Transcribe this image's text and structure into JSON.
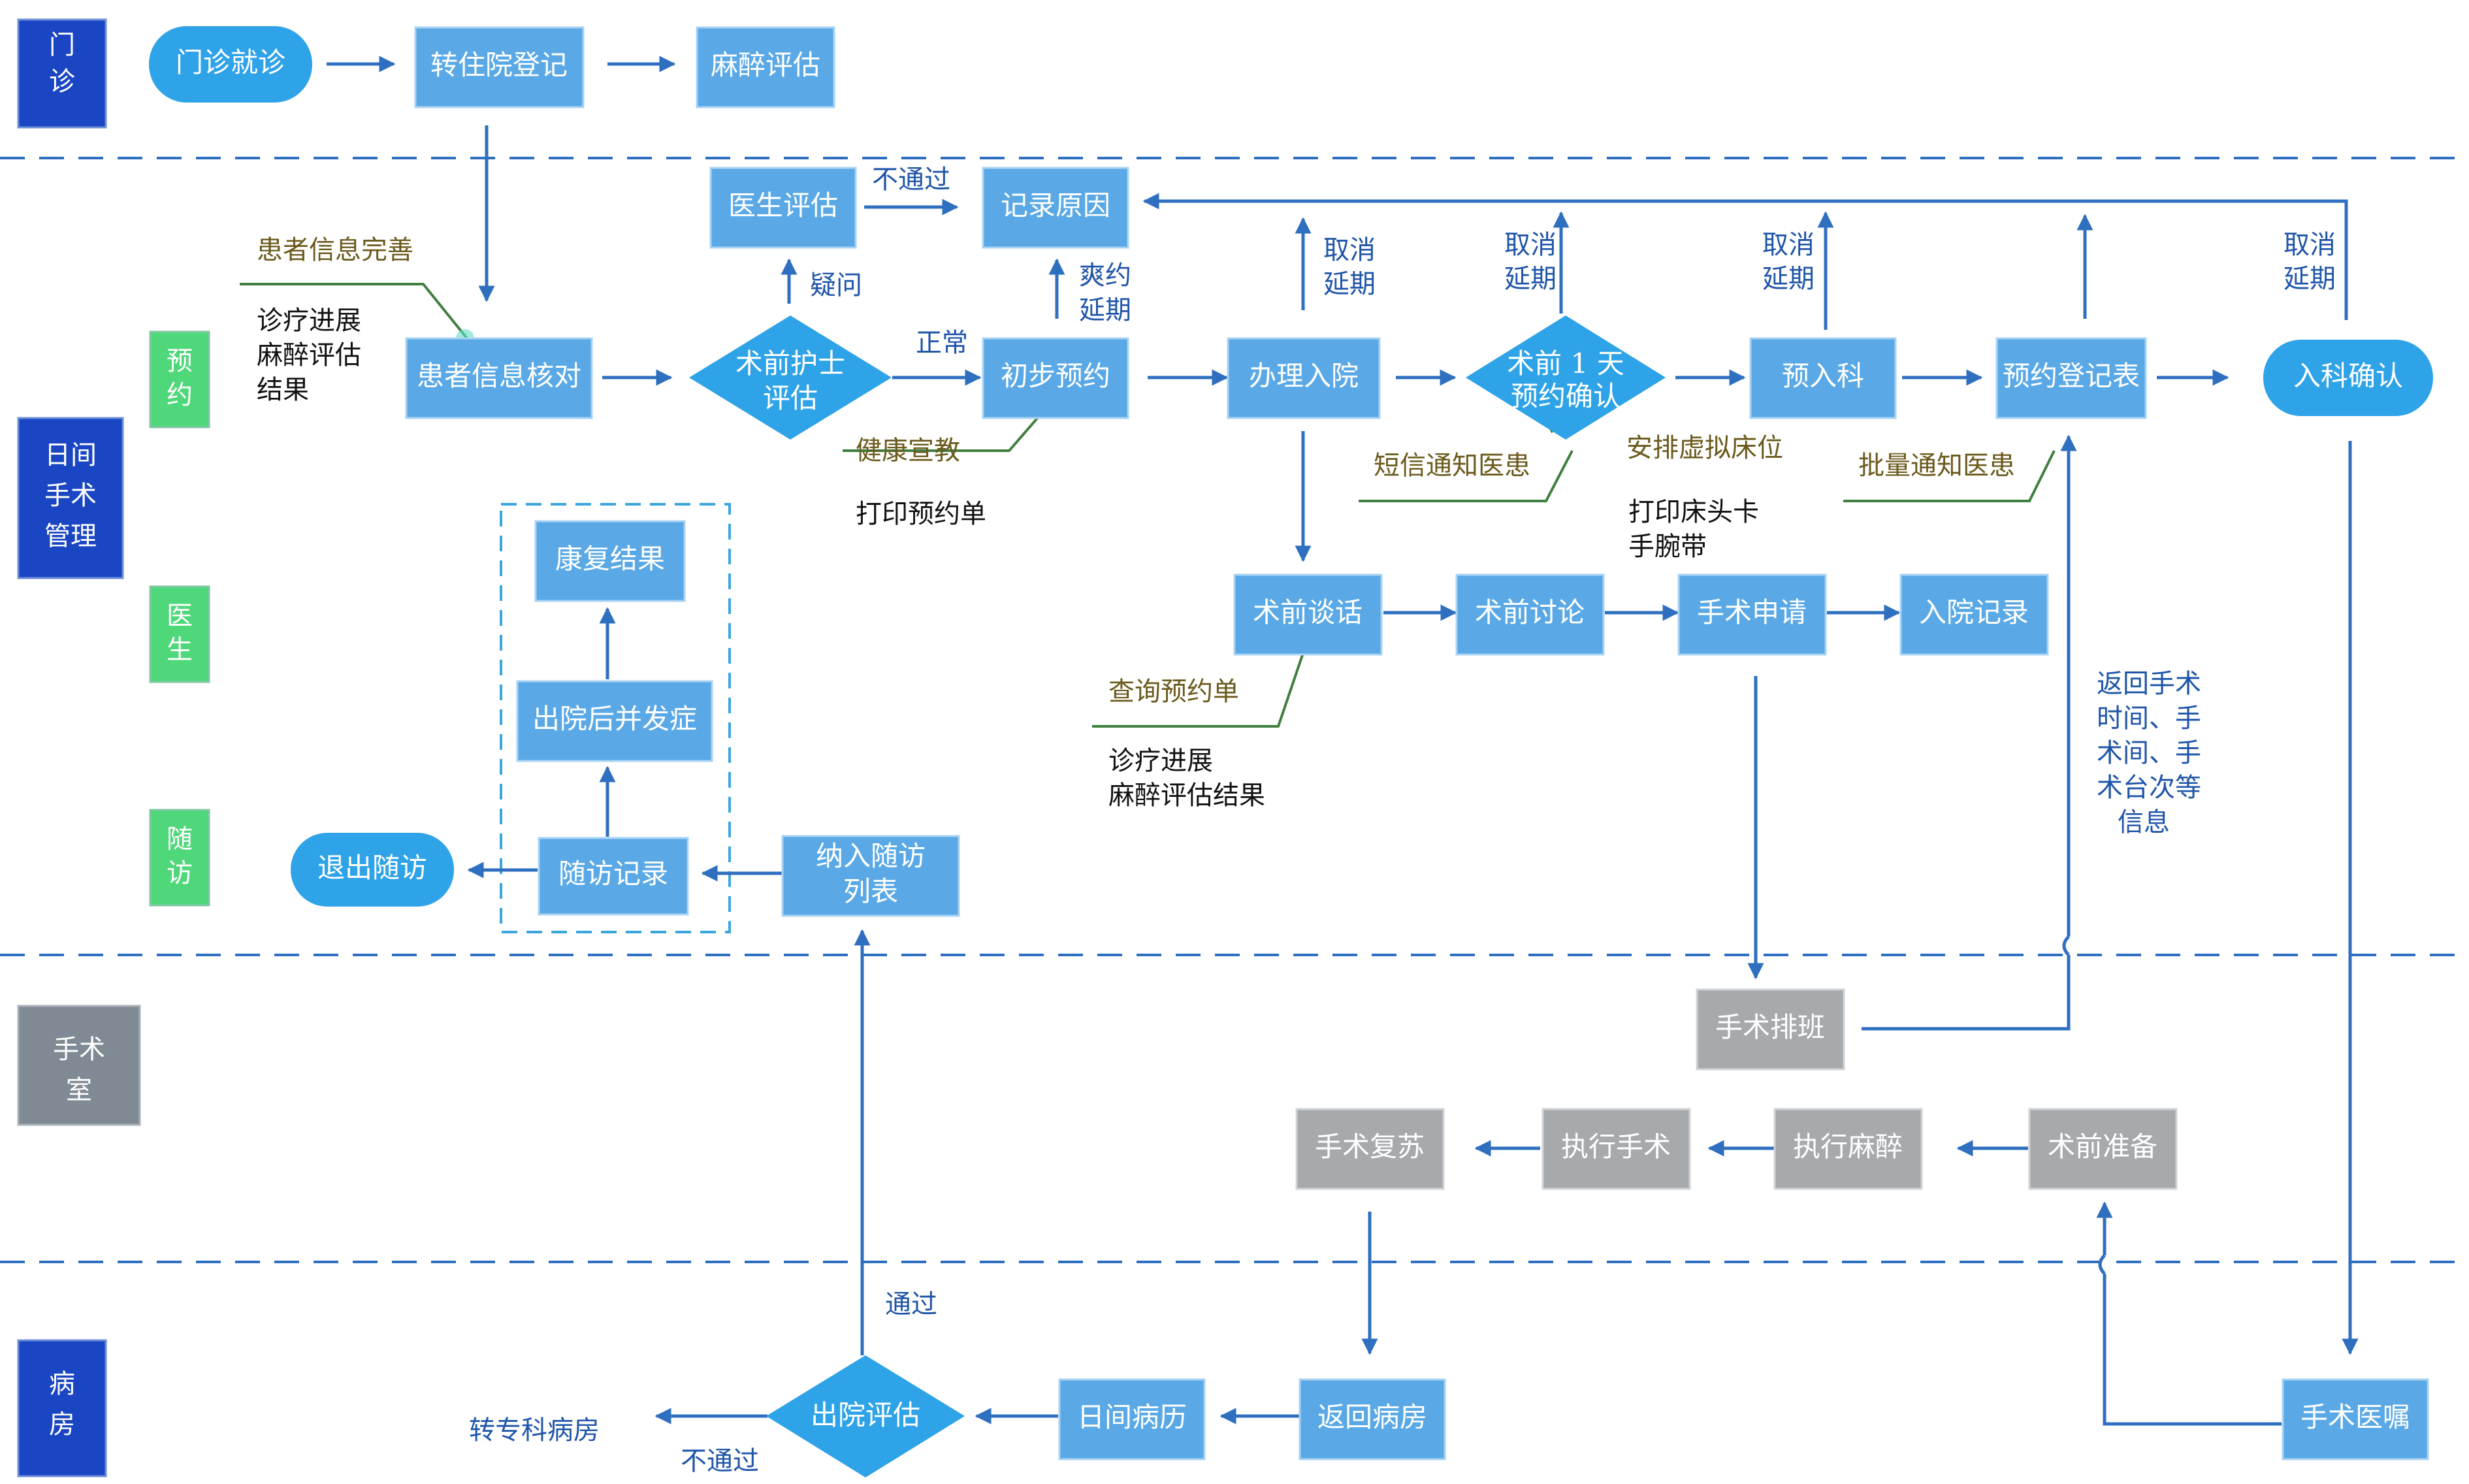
{
  "lanes": {
    "outpatient": [
      "门",
      "诊"
    ],
    "daysurgery": [
      "日间",
      "手术",
      "管理"
    ],
    "or": [
      "手术",
      "室"
    ],
    "ward": [
      "病",
      "房"
    ]
  },
  "sublanes": {
    "booking": [
      "预",
      "约"
    ],
    "doctor": [
      "医",
      "生"
    ],
    "followup": [
      "随",
      "访"
    ]
  },
  "nodes": {
    "clinic_visit": "门诊就诊",
    "admission_register": "转住院登记",
    "anesthesia_eval_opd": "麻醉评估",
    "doctor_eval": "医生评估",
    "record_reason": "记录原因",
    "info_check": "患者信息核对",
    "nurse_eval": [
      "术前护士",
      "评估"
    ],
    "initial_booking": "初步预约",
    "handle_admission": "办理入院",
    "confirm_1day": [
      "术前 1 天",
      "预约确认"
    ],
    "pre_admit": "预入科",
    "booking_form": "预约登记表",
    "ward_confirm": "入科确认",
    "preop_talk": "术前谈话",
    "preop_discuss": "术前讨论",
    "surgery_apply": "手术申请",
    "admission_record": "入院记录",
    "rehab_result": "康复结果",
    "complication": "出院后并发症",
    "followup_record": "随访记录",
    "exit_followup": "退出随访",
    "followup_list": [
      "纳入随访",
      "列表"
    ],
    "surgery_schedule": "手术排班",
    "surgery_recovery": "手术复苏",
    "do_surgery": "执行手术",
    "do_anesthesia": "执行麻醉",
    "preop_prep": "术前准备",
    "discharge_eval": "出院评估",
    "day_record": "日间病历",
    "return_ward": "返回病房",
    "surgery_order": "手术医嘱"
  },
  "edge_labels": {
    "fail": "不通过",
    "doubt": "疑问",
    "normal": "正常",
    "noshow": [
      "爽约",
      "延期"
    ],
    "cancel": [
      "取消",
      "延期"
    ],
    "pass": "通过",
    "fail2": "不通过",
    "transfer_ward": "转专科病房",
    "return_info": [
      "返回手术",
      "时间、手",
      "术间、手",
      "术台次等",
      "信息"
    ]
  },
  "annotations": {
    "info_complete": "患者信息完善",
    "info_check_notes": [
      "诊疗进展",
      "麻醉评估",
      "结果"
    ],
    "health_edu": "健康宣教",
    "print_booking": "打印预约单",
    "sms_notice": "短信通知医患",
    "virtual_bed": "安排虚拟床位",
    "print_card": [
      "打印床头卡",
      "手腕带"
    ],
    "batch_notice": "批量通知医患",
    "query_booking": "查询预约单",
    "talk_notes": [
      "诊疗进展",
      "麻醉评估结果"
    ]
  },
  "colors": {
    "lane": "#1a46c4",
    "or_lane": "#7f8a94",
    "sublane": "#4fd87a",
    "box": "#5aa9e6",
    "or_box": "#a7aaad",
    "line": "#2f6fc0"
  }
}
